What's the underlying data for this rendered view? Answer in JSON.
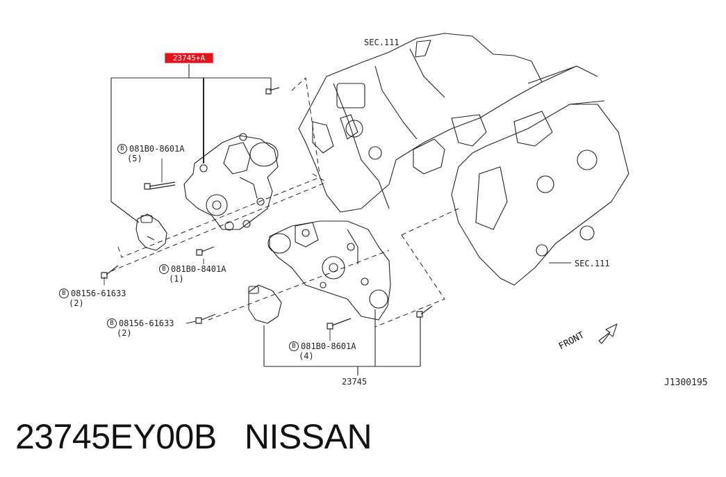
{
  "highlight_label": "23745+A",
  "section_labels": {
    "top": "SEC.111",
    "right": "SEC.111"
  },
  "front_label": "FRONT",
  "bolts": [
    {
      "prefix": "B",
      "code": "081B0-8601A",
      "qty": "(5)"
    },
    {
      "prefix": "B",
      "code": "081B0-8401A",
      "qty": "(1)"
    },
    {
      "prefix": "B",
      "code": "08156-61633",
      "qty": "(2)"
    },
    {
      "prefix": "B",
      "code": "08156-61633",
      "qty": "(2)"
    },
    {
      "prefix": "B",
      "code": "081B0-8601A",
      "qty": "(4)"
    }
  ],
  "part_label_bottom": "23745",
  "diagram_id": "J1300195",
  "footer": {
    "part_number": "23745EY00B",
    "brand": "NISSAN"
  },
  "colors": {
    "highlight": "#e3131b",
    "ink": "#222222"
  }
}
